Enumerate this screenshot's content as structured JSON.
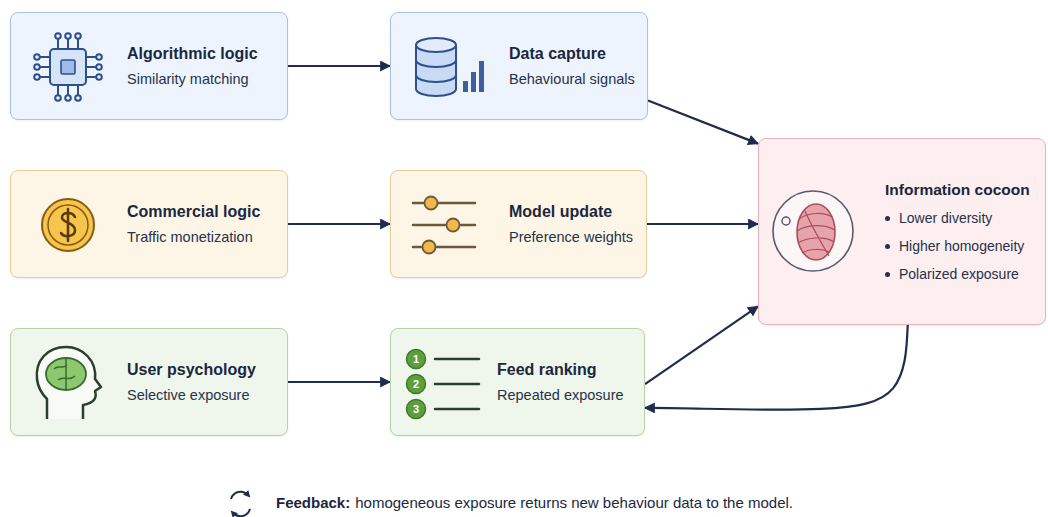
{
  "diagram": {
    "nodes": [
      {
        "text": [
          "Algorithmic logic",
          "Similarity matching"
        ]
      },
      {
        "text": [
          "Data capture",
          "Behavioural signals"
        ]
      },
      {
        "text": [
          "Commercial logic",
          "Traffic monetization"
        ]
      },
      {
        "text": [
          "Model update",
          "Preference weights"
        ]
      },
      {
        "text": [
          "Information cocoon",
          "Lower diversity",
          "Higher homogeneity",
          "Polarized exposure"
        ]
      },
      {
        "text": [
          "User psychology",
          "Selective exposure"
        ]
      },
      {
        "text": [
          "Feed ranking",
          "Repeated exposure"
        ]
      }
    ],
    "edges": [
      {
        "from": 0,
        "to": 1,
        "arrow": "to"
      },
      {
        "from": 1,
        "to": 4,
        "arrow": "to"
      },
      {
        "from": 2,
        "to": 3,
        "arrow": "to"
      },
      {
        "from": 3,
        "to": 4,
        "arrow": "to"
      },
      {
        "from": 5,
        "to": 6,
        "arrow": "to"
      },
      {
        "from": 6,
        "to": 4,
        "arrow": "to"
      },
      {
        "from": 4,
        "to": 6,
        "arrow": "to"
      }
    ],
    "labels": [
      "1",
      "2",
      "3",
      "Feedback:",
      "homogeneous exposure returns new behaviour data to the model."
    ]
  }
}
